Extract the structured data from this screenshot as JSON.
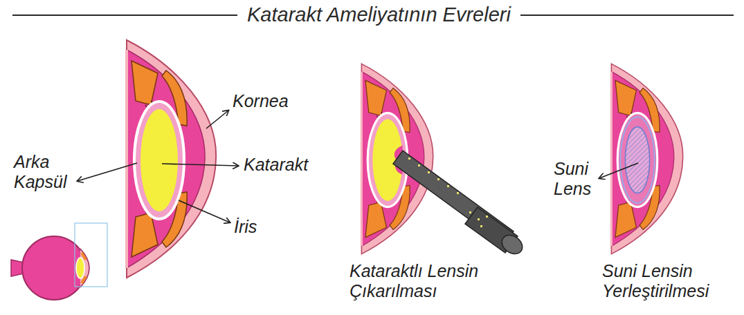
{
  "diagram": {
    "title": "Katarakt Ameliyatının Evreleri",
    "labels": [
      "Kornea",
      "Arka Kapsül",
      "Katarakt",
      "İris",
      "Kataraktlı Lensin Çıkarılması",
      "Suni Lens",
      "Suni Lensin Yerleştirilmesi"
    ]
  }
}
